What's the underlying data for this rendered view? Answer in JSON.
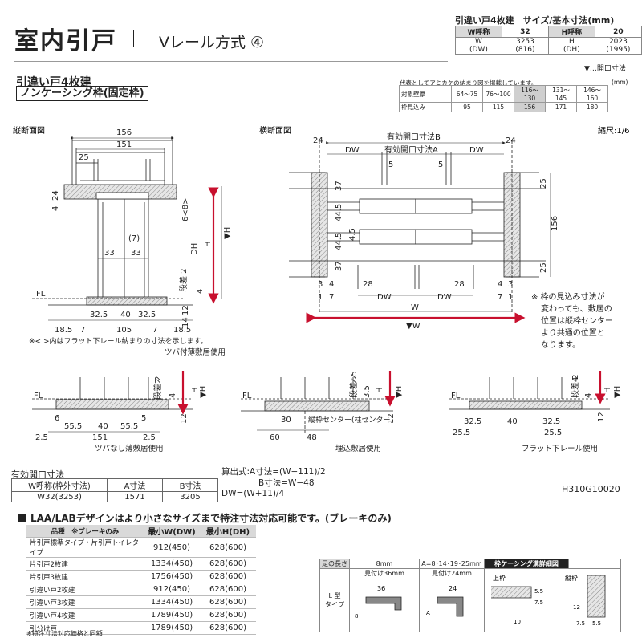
{
  "header": {
    "title": "室内引戸",
    "subtitle": "Vレール方式 ④"
  },
  "spec": {
    "title": "引違い戸4枚建　サイズ/基本寸法(mm)",
    "w_label": "W呼称",
    "w_value": "32",
    "h_label": "H呼称",
    "h_value": "20",
    "w_sub": "W",
    "w_sub2": "(DW)",
    "w_size": "3253",
    "w_size2": "(816)",
    "h_sub": "H",
    "h_sub2": "(DH)",
    "h_size": "2023",
    "h_size2": "(1995)"
  },
  "legend": "▼…開口寸法",
  "section": {
    "heading": "引違い戸4枚建",
    "frame": "ノンケーシング枠(固定枠)"
  },
  "wall_table": {
    "note": "代表としてアミカケの納まり図を掲載しています。",
    "unit": "(mm)",
    "rows": [
      {
        "label": "対象壁厚",
        "cells": [
          "64〜75",
          "76〜100",
          "116〜130",
          "131〜145",
          "146〜160"
        ]
      },
      {
        "label": "枠見込み",
        "cells": [
          "95",
          "115",
          "156",
          "171",
          "180"
        ]
      }
    ]
  },
  "figures": {
    "vertical": "縦断面図",
    "horizontal": "横断面図",
    "scale": "縮尺:1/6",
    "note_flat": "※< >内はフラット下レール納まりの寸法を示します。",
    "tsuba": "ツバ付薄敷居使用",
    "tsuba_nashi": "ツバなし薄敷居使用",
    "umekomi": "埋込敷居使用",
    "flat": "フラット下レール使用",
    "center_label": "縦枠センター(柱センター)",
    "frame_note": [
      "※ 枠の見込み寸法が",
      "変わっても、敷居の",
      "位置は縦枠センター",
      "より共通の位置と",
      "なります。"
    ]
  },
  "dims": {
    "v156": "156",
    "v151": "151",
    "v25": "25",
    "v24": "24",
    "v4": "4",
    "v68": "6<8>",
    "vDH": "DH",
    "vH": "H",
    "vH2": "▼H",
    "v33a": "33",
    "v33b": "33",
    "v7": "(7)",
    "vdansa": "段差 2",
    "vFL": "FL",
    "v12": "12",
    "v14": "14",
    "v325a": "32.5",
    "v40": "40",
    "v325b": "32.5",
    "v185a": "18.5",
    "v185b": "18.5",
    "v7b": "7",
    "v105": "105",
    "v7c": "7",
    "h24a": "24",
    "h24b": "24",
    "hDWa": "DW",
    "hDWb": "DW",
    "hB": "有効開口寸法B",
    "hA": "有効開口寸法A",
    "h5a": "5",
    "h5b": "5",
    "h37a": "37",
    "h445a": "44.5",
    "h45": "4.5",
    "h445b": "44.5",
    "h37b": "37",
    "h25a": "25",
    "h156": "156",
    "h25b": "25",
    "h3": "3",
    "h4a": "4",
    "h28a": "28",
    "h28b": "28",
    "h4b": "4",
    "h3b": "3",
    "h1": "1",
    "h7a": "7",
    "hDWc": "DW",
    "hDWd": "DW",
    "h7b": "7",
    "h1b": "1",
    "hW": "W",
    "hW2": "▼W",
    "s2": "2",
    "s4": "4",
    "s12": "12",
    "s6": "6",
    "s555a": "55.5",
    "s40": "40",
    "s555b": "55.5",
    "s5": "5",
    "s25": "2.5",
    "s151": "151",
    "s25b": "2.5",
    "u25": "2.5",
    "u35": "3.5",
    "u30": "30",
    "u12": "12",
    "u60": "60",
    "u48": "48",
    "f4": "4",
    "f325": "32.5",
    "f40": "40",
    "f325b": "32.5",
    "f255a": "25.5",
    "f255b": "25.5"
  },
  "effective": {
    "title": "有効開口寸法",
    "headers": [
      "W呼称(枠外寸法)",
      "A寸法",
      "B寸法"
    ],
    "row": [
      "W32(3253)",
      "1571",
      "3205"
    ]
  },
  "formula": [
    "算出式:A寸法=(W−111)/2",
    "B寸法=W−48",
    "DW=(W+11)/4"
  ],
  "code": "H310G10020",
  "laa": {
    "text": "LAA/LABデザインはより小さなサイズまで特注寸法対応可能です。(ブレーキのみ)",
    "headers": [
      "品種　※ブレーキのみ",
      "最小W(DW)",
      "最小H(DH)"
    ],
    "rows": [
      [
        "片引戸標準タイプ・片引戸トイレタイプ",
        "912(450)",
        "628(600)"
      ],
      [
        "片引戸2枚建",
        "1334(450)",
        "628(600)"
      ],
      [
        "片引戸3枚建",
        "1756(450)",
        "628(600)"
      ],
      [
        "引違い戸2枚建",
        "912(450)",
        "628(600)"
      ],
      [
        "引違い戸3枚建",
        "1334(450)",
        "628(600)"
      ],
      [
        "引違い戸4枚建",
        "1789(450)",
        "628(600)"
      ],
      [
        "引分け戸",
        "1789(450)",
        "628(600)"
      ]
    ],
    "footnote": "※特注寸法対応価格と同額"
  },
  "casing": {
    "c1": "足の長さ",
    "c2": "8mm",
    "c3": "A=8･14･19･25mm",
    "c4": "枠ケーシング溝詳細図",
    "r1": "見付け36mm",
    "r2": "見付け24mm",
    "type": "L 型\nタイプ",
    "d36": "36",
    "d8": "8",
    "d24": "24",
    "dA": "A",
    "joinu": "上枠",
    "tate": "縦枠",
    "c55a": "5.5",
    "c75a": "7.5",
    "c10": "10",
    "c12": "12",
    "c75b": "7.5",
    "c55b": "5.5"
  },
  "colors": {
    "accent": "#c8102e",
    "shade": "#d9d9d9",
    "line": "#222222"
  }
}
